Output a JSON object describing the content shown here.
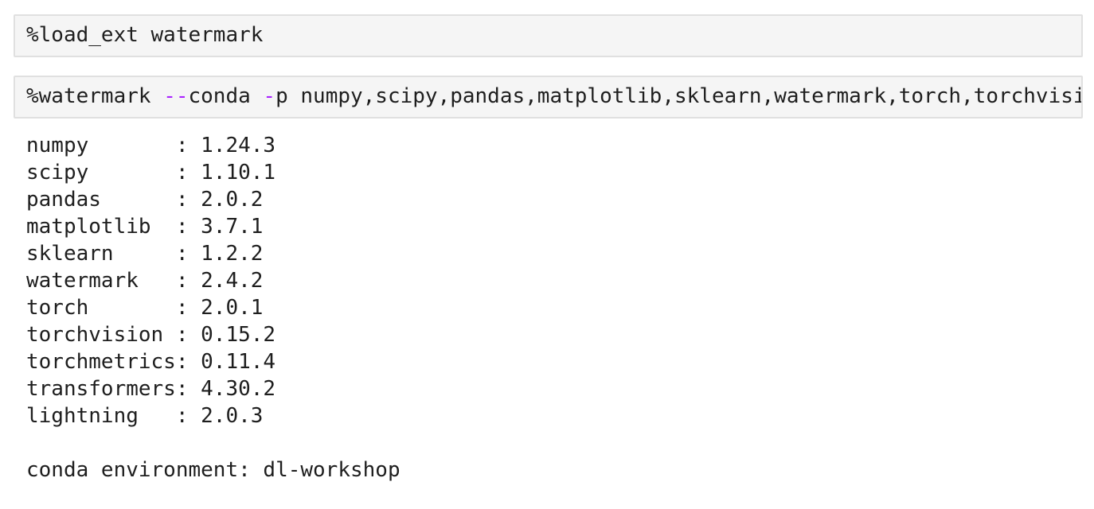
{
  "colors": {
    "page_bg": "#ffffff",
    "cell_bg": "#f5f5f5",
    "cell_border": "#e0e0e0",
    "code_text": "#1e1e1e",
    "operator": "#aa22ff"
  },
  "cells": [
    {
      "tokens": [
        {
          "text": "%load_ext watermark",
          "color": "code"
        }
      ]
    },
    {
      "tokens": [
        {
          "text": "%watermark ",
          "color": "code"
        },
        {
          "text": "--",
          "color": "operator"
        },
        {
          "text": "conda ",
          "color": "code"
        },
        {
          "text": "-",
          "color": "operator"
        },
        {
          "text": "p numpy,scipy,pandas,matplotlib,sklearn,watermark,torch,torchvisi",
          "color": "code"
        }
      ]
    }
  ],
  "output": {
    "name_pad_width": 12,
    "packages": [
      {
        "name": "numpy",
        "version": "1.24.3"
      },
      {
        "name": "scipy",
        "version": "1.10.1"
      },
      {
        "name": "pandas",
        "version": "2.0.2"
      },
      {
        "name": "matplotlib",
        "version": "3.7.1"
      },
      {
        "name": "sklearn",
        "version": "1.2.2"
      },
      {
        "name": "watermark",
        "version": "2.4.2"
      },
      {
        "name": "torch",
        "version": "2.0.1"
      },
      {
        "name": "torchvision",
        "version": "0.15.2"
      },
      {
        "name": "torchmetrics",
        "version": "0.11.4"
      },
      {
        "name": "transformers",
        "version": "4.30.2"
      },
      {
        "name": "lightning",
        "version": "2.0.3"
      }
    ],
    "conda_environment_label": "conda environment",
    "conda_environment_value": "dl-workshop"
  }
}
